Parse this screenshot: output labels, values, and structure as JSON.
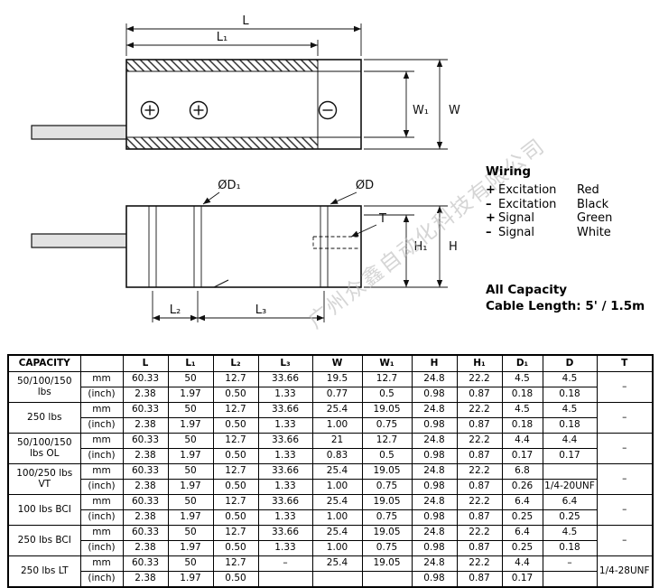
{
  "drawing": {
    "dims": {
      "L": "L",
      "L1": "L₁",
      "W": "W",
      "W1": "W₁",
      "H": "H",
      "H1": "H₁",
      "L2": "L₂",
      "L3": "L₃",
      "D1": "ØD₁",
      "D": "ØD",
      "T": "T"
    },
    "watermark": "广州众鑫自动化科技有限公司"
  },
  "wiring": {
    "title": "Wiring",
    "rows": [
      {
        "sign": "+",
        "label": "Excitation",
        "color": "Red"
      },
      {
        "sign": "–",
        "label": "Excitation",
        "color": "Black"
      },
      {
        "sign": "+",
        "label": "Signal",
        "color": "Green"
      },
      {
        "sign": "–",
        "label": "Signal",
        "color": "White"
      }
    ],
    "capacity_note": "All Capacity",
    "cable_note": "Cable Length: 5' / 1.5m"
  },
  "table": {
    "headers": [
      "CAPACITY",
      "",
      "L",
      "L₁",
      "L₂",
      "L₃",
      "W",
      "W₁",
      "H",
      "H₁",
      "D₁",
      "D",
      "T"
    ],
    "groups": [
      {
        "capacity": "50/100/150 lbs",
        "thread": "–",
        "rows": [
          {
            "unit": "mm",
            "values": [
              "60.33",
              "50",
              "12.7",
              "33.66",
              "19.5",
              "12.7",
              "24.8",
              "22.2",
              "4.5",
              "4.5"
            ]
          },
          {
            "unit": "(inch)",
            "values": [
              "2.38",
              "1.97",
              "0.50",
              "1.33",
              "0.77",
              "0.5",
              "0.98",
              "0.87",
              "0.18",
              "0.18"
            ]
          }
        ]
      },
      {
        "capacity": "250 lbs",
        "thread": "–",
        "rows": [
          {
            "unit": "mm",
            "values": [
              "60.33",
              "50",
              "12.7",
              "33.66",
              "25.4",
              "19.05",
              "24.8",
              "22.2",
              "4.5",
              "4.5"
            ]
          },
          {
            "unit": "(inch)",
            "values": [
              "2.38",
              "1.97",
              "0.50",
              "1.33",
              "1.00",
              "0.75",
              "0.98",
              "0.87",
              "0.18",
              "0.18"
            ]
          }
        ]
      },
      {
        "capacity": "50/100/150 lbs OL",
        "thread": "–",
        "rows": [
          {
            "unit": "mm",
            "values": [
              "60.33",
              "50",
              "12.7",
              "33.66",
              "21",
              "12.7",
              "24.8",
              "22.2",
              "4.4",
              "4.4"
            ]
          },
          {
            "unit": "(inch)",
            "values": [
              "2.38",
              "1.97",
              "0.50",
              "1.33",
              "0.83",
              "0.5",
              "0.98",
              "0.87",
              "0.17",
              "0.17"
            ]
          }
        ]
      },
      {
        "capacity": "100/250 lbs VT",
        "thread": "–",
        "rows": [
          {
            "unit": "mm",
            "values": [
              "60.33",
              "50",
              "12.7",
              "33.66",
              "25.4",
              "19.05",
              "24.8",
              "22.2",
              "6.8",
              ""
            ]
          },
          {
            "unit": "(inch)",
            "values": [
              "2.38",
              "1.97",
              "0.50",
              "1.33",
              "1.00",
              "0.75",
              "0.98",
              "0.87",
              "0.26",
              "1/4-20UNF"
            ]
          }
        ]
      },
      {
        "capacity": "100 lbs BCI",
        "thread": "–",
        "rows": [
          {
            "unit": "mm",
            "values": [
              "60.33",
              "50",
              "12.7",
              "33.66",
              "25.4",
              "19.05",
              "24.8",
              "22.2",
              "6.4",
              "6.4"
            ]
          },
          {
            "unit": "(inch)",
            "values": [
              "2.38",
              "1.97",
              "0.50",
              "1.33",
              "1.00",
              "0.75",
              "0.98",
              "0.87",
              "0.25",
              "0.25"
            ]
          }
        ]
      },
      {
        "capacity": "250 lbs BCI",
        "thread": "–",
        "rows": [
          {
            "unit": "mm",
            "values": [
              "60.33",
              "50",
              "12.7",
              "33.66",
              "25.4",
              "19.05",
              "24.8",
              "22.2",
              "6.4",
              "4.5"
            ]
          },
          {
            "unit": "(inch)",
            "values": [
              "2.38",
              "1.97",
              "0.50",
              "1.33",
              "1.00",
              "0.75",
              "0.98",
              "0.87",
              "0.25",
              "0.18"
            ]
          }
        ]
      },
      {
        "capacity": "250 lbs LT",
        "thread": "1/4-28UNF",
        "rows": [
          {
            "unit": "mm",
            "values": [
              "60.33",
              "50",
              "12.7",
              "–",
              "25.4",
              "19.05",
              "24.8",
              "22.2",
              "4.4",
              "–"
            ]
          },
          {
            "unit": "(inch)",
            "values": [
              "2.38",
              "1.97",
              "0.50",
              "",
              "",
              "",
              "0.98",
              "0.87",
              "0.17",
              ""
            ]
          }
        ]
      }
    ]
  }
}
